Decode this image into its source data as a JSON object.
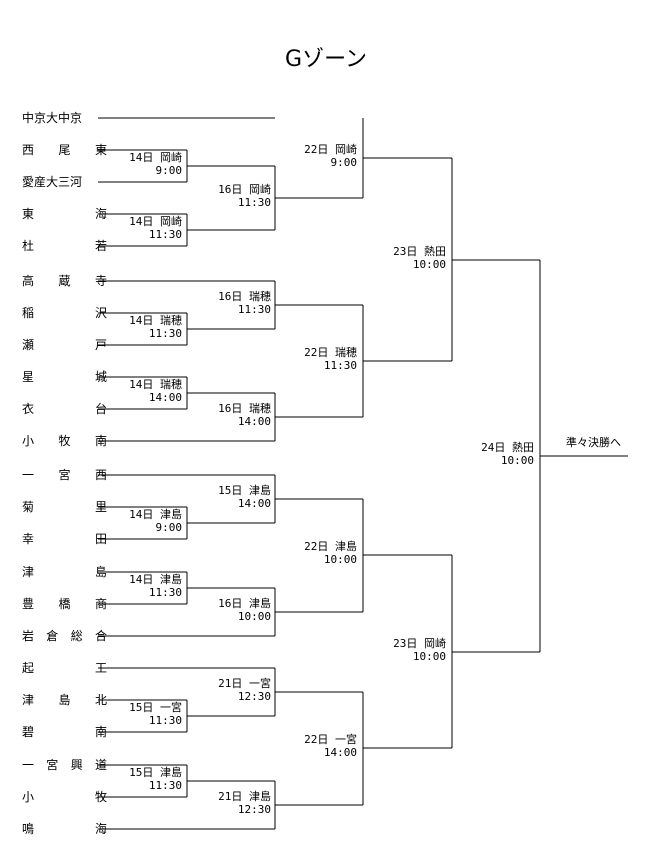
{
  "title": "Gゾーン",
  "teams": [
    "中京大中京",
    "西尾東",
    "愛産大三河",
    "東海",
    "杜若",
    "高蔵寺",
    "稲沢",
    "瀬戸",
    "星城",
    "衣台",
    "小牧南",
    "一宮西",
    "菊里",
    "幸田",
    "津島",
    "豊橋商",
    "岩倉総合",
    "起工",
    "津島北",
    "碧南",
    "一宮興道",
    "小牧",
    "鳴海"
  ],
  "games": [
    {
      "date": "14日",
      "venue": "岡崎",
      "time": "9:00"
    },
    {
      "date": "16日",
      "venue": "岡崎",
      "time": "11:30"
    },
    {
      "date": "14日",
      "venue": "岡崎",
      "time": "11:30"
    },
    {
      "date": "22日",
      "venue": "岡崎",
      "time": "9:00"
    },
    {
      "date": "16日",
      "venue": "瑞穂",
      "time": "11:30"
    },
    {
      "date": "14日",
      "venue": "瑞穂",
      "time": "11:30"
    },
    {
      "date": "14日",
      "venue": "瑞穂",
      "time": "14:00"
    },
    {
      "date": "16日",
      "venue": "瑞穂",
      "time": "14:00"
    },
    {
      "date": "22日",
      "venue": "瑞穂",
      "time": "11:30"
    },
    {
      "date": "23日",
      "venue": "熱田",
      "time": "10:00"
    },
    {
      "date": "15日",
      "venue": "津島",
      "time": "14:00"
    },
    {
      "date": "14日",
      "venue": "津島",
      "time": "9:00"
    },
    {
      "date": "14日",
      "venue": "津島",
      "time": "11:30"
    },
    {
      "date": "16日",
      "venue": "津島",
      "time": "10:00"
    },
    {
      "date": "22日",
      "venue": "津島",
      "time": "10:00"
    },
    {
      "date": "21日",
      "venue": "一宮",
      "time": "12:30"
    },
    {
      "date": "15日",
      "venue": "一宮",
      "time": "11:30"
    },
    {
      "date": "15日",
      "venue": "津島",
      "time": "11:30"
    },
    {
      "date": "21日",
      "venue": "津島",
      "time": "12:30"
    },
    {
      "date": "22日",
      "venue": "一宮",
      "time": "14:00"
    },
    {
      "date": "23日",
      "venue": "岡崎",
      "time": "10:00"
    },
    {
      "date": "24日",
      "venue": "熱田",
      "time": "10:00"
    }
  ],
  "final_label": "準々決勝へ"
}
